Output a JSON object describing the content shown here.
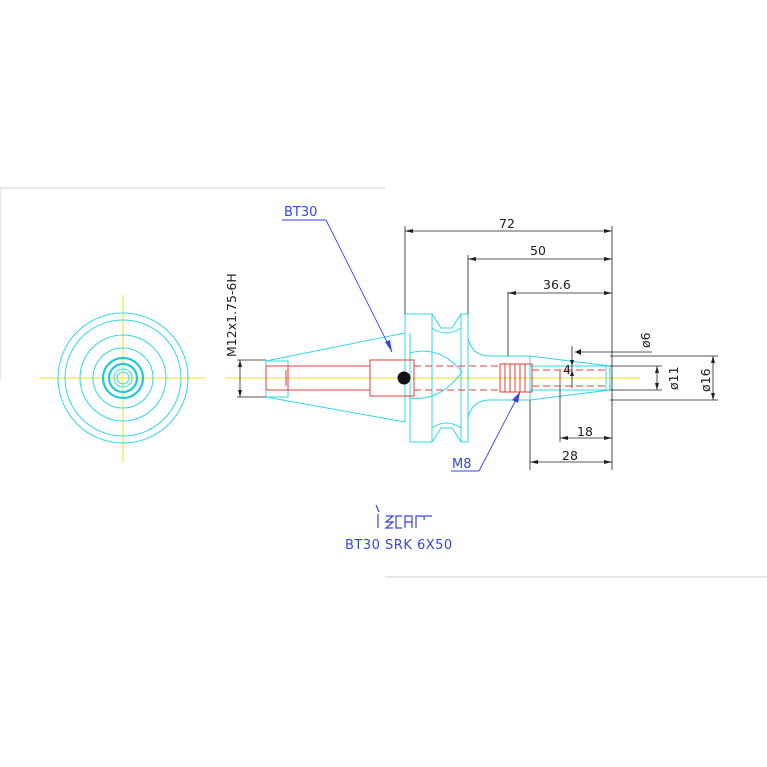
{
  "labels": {
    "taper": "BT30",
    "thread": "M8",
    "drawbar_thread": "M12x1.75-6H",
    "brand": "iscar",
    "title": "BT30 SRK 6X50"
  },
  "dimensions": {
    "overall_length": "72",
    "gauge_length": "50",
    "shank_length": "36.6",
    "bore_depth": "18",
    "clamp_length": "28",
    "bore_dia": "ø6",
    "mid_dia": "ø11",
    "nose_dia": "ø16",
    "step": "4"
  },
  "colors": {
    "outline": "#33d6e6",
    "hidden": "#e23c3c",
    "centerline": "#f2e21a",
    "dimension": "#202020",
    "annotation": "#3346e0"
  }
}
